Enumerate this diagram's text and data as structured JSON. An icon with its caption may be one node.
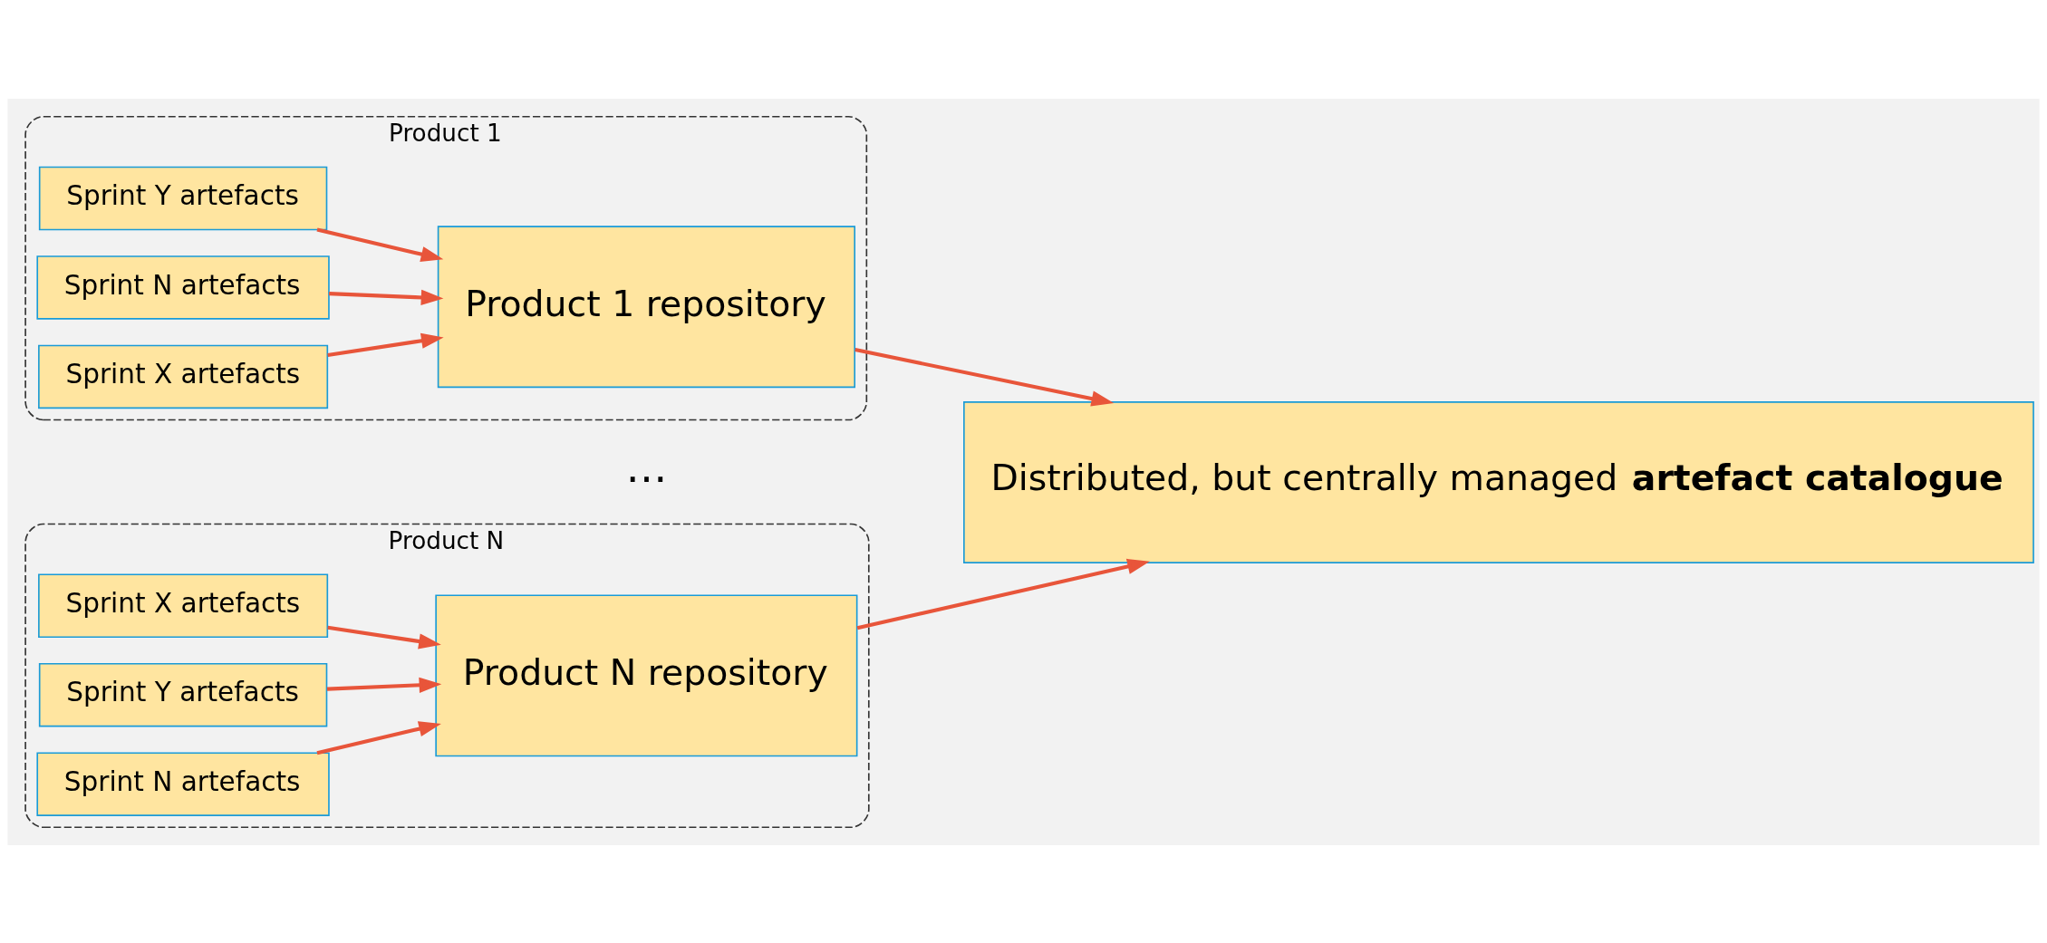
{
  "diagram": {
    "nodes": [
      {
        "text": [
          "Product 1"
        ]
      },
      {
        "text": [
          "Sprint X artefacts"
        ],
        "in": 0
      },
      {
        "text": [
          "Sprint Y artefacts"
        ],
        "in": 0
      },
      {
        "text": [
          "Sprint N artefacts"
        ],
        "in": 0
      },
      {
        "text": [
          "Product 1 repository"
        ],
        "in": 0
      },
      {
        "text": [
          "Product N"
        ]
      },
      {
        "text": [
          "Sprint X artefacts"
        ],
        "in": 5
      },
      {
        "text": [
          "Sprint Y artefacts"
        ],
        "in": 5
      },
      {
        "text": [
          "Sprint N artefacts"
        ],
        "in": 5
      },
      {
        "text": [
          "Product N repository"
        ],
        "in": 5
      },
      {
        "text": [
          "Distributed, but centrally managed **artefact catalogue**"
        ]
      }
    ],
    "edges": [
      {
        "from": 1,
        "to": 4,
        "arrow": "to"
      },
      {
        "from": 2,
        "to": 4,
        "arrow": "to"
      },
      {
        "from": 3,
        "to": 4,
        "arrow": "to"
      },
      {
        "from": 6,
        "to": 9,
        "arrow": "to"
      },
      {
        "from": 7,
        "to": 9,
        "arrow": "to"
      },
      {
        "from": 8,
        "to": 9,
        "arrow": "to"
      },
      {
        "from": 4,
        "to": 10,
        "arrow": "to"
      },
      {
        "from": 9,
        "to": 10,
        "arrow": "to"
      }
    ],
    "labels": [
      "…"
    ]
  }
}
